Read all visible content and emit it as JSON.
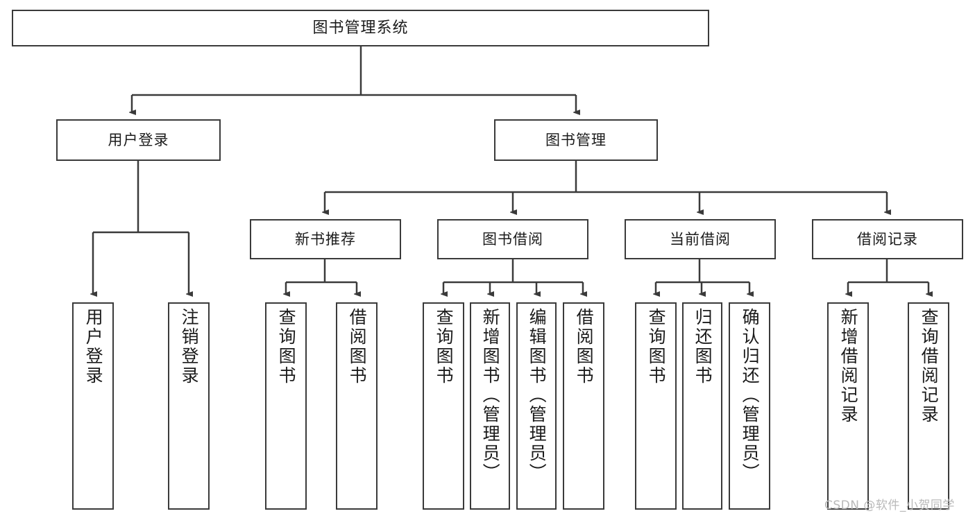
{
  "diagram": {
    "title": "图书管理系统",
    "type": "hierarchy-tree",
    "levels": 4,
    "root": {
      "label": "图书管理系统"
    },
    "level2": [
      {
        "label": "用户登录"
      },
      {
        "label": "图书管理"
      }
    ],
    "level3": [
      {
        "label": "新书推荐"
      },
      {
        "label": "图书借阅"
      },
      {
        "label": "当前借阅"
      },
      {
        "label": "借阅记录"
      }
    ],
    "leaves": {
      "user_login": [
        {
          "label": "用户登录"
        },
        {
          "label": "注销登录"
        }
      ],
      "new_book_recommend": [
        {
          "label": "查询图书"
        },
        {
          "label": "借阅图书"
        }
      ],
      "book_borrow": [
        {
          "label": "查询图书"
        },
        {
          "label": "新增图书（管理员）"
        },
        {
          "label": "编辑图书（管理员）"
        },
        {
          "label": "借阅图书"
        }
      ],
      "current_borrow": [
        {
          "label": "查询图书"
        },
        {
          "label": "归还图书"
        },
        {
          "label": "确认归还（管理员）"
        }
      ],
      "borrow_record": [
        {
          "label": "新增借阅记录"
        },
        {
          "label": "查询借阅记录"
        }
      ]
    }
  },
  "watermark": {
    "text": "CSDN @软件_小贺同学"
  },
  "colors": {
    "stroke": "#3a3a3a",
    "background": "#ffffff",
    "text": "#1b1b1b",
    "watermark": "#b9b9b9"
  }
}
